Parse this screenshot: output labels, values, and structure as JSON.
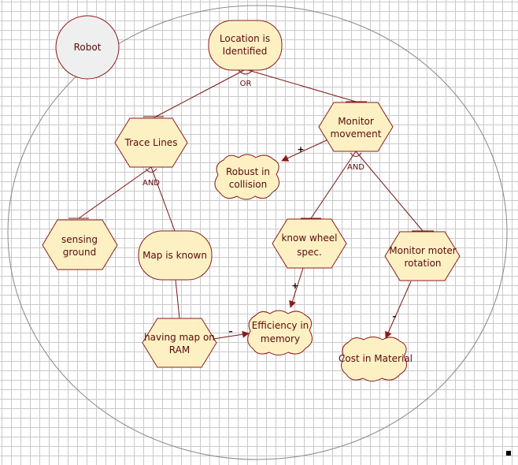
{
  "actor": {
    "label": "Robot"
  },
  "nodes": {
    "location": {
      "kind": "goal",
      "lines": [
        "Location is",
        "Identified"
      ]
    },
    "trace": {
      "kind": "task",
      "lines": [
        "Trace Lines"
      ]
    },
    "monitor": {
      "kind": "task",
      "lines": [
        "Monitor",
        "movement"
      ]
    },
    "robust": {
      "kind": "softgoal",
      "lines": [
        "Robust in",
        "collision"
      ]
    },
    "sensing": {
      "kind": "task",
      "lines": [
        "sensing",
        "ground"
      ]
    },
    "mapknown": {
      "kind": "goal",
      "lines": [
        "Map is known"
      ]
    },
    "wheel": {
      "kind": "task",
      "lines": [
        "know wheel",
        "spec."
      ]
    },
    "moter": {
      "kind": "task",
      "lines": [
        "Monitor moter",
        "rotation"
      ]
    },
    "havingmap": {
      "kind": "task",
      "lines": [
        "having map on",
        "RAM"
      ]
    },
    "efficiency": {
      "kind": "softgoal",
      "lines": [
        "Efficiency in",
        "memory"
      ]
    },
    "cost": {
      "kind": "softgoal",
      "lines": [
        "Cost in Material"
      ]
    }
  },
  "decomposition_labels": {
    "or": "OR",
    "and_trace": "AND",
    "and_monitor": "AND"
  },
  "contributions": {
    "monitor_robust": "+",
    "wheel_efficiency": "+",
    "havingmap_efficiency": "–",
    "moter_cost": "–"
  },
  "colors": {
    "fill": "#fdf1c4",
    "stroke": "#8b1a1a",
    "actor_fill": "#efefef",
    "grid": "#c9c9c9"
  }
}
